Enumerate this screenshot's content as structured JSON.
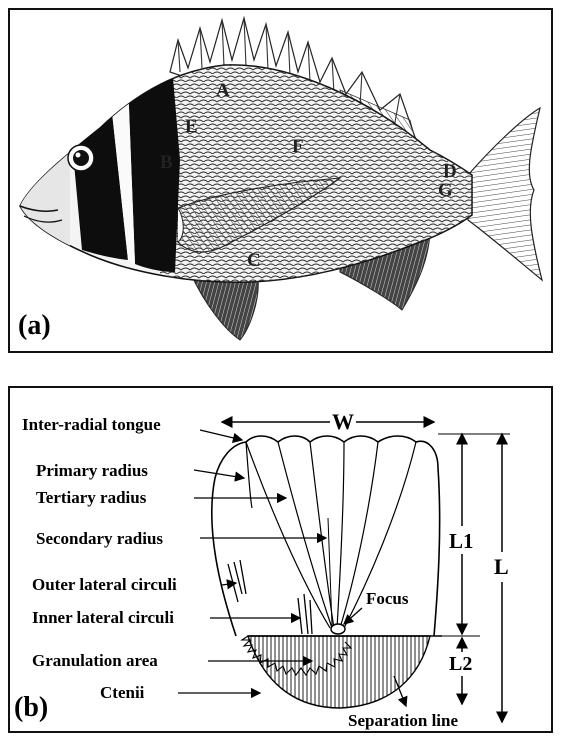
{
  "panel_a": {
    "label": "(a)",
    "regions": [
      "A",
      "B",
      "C",
      "D",
      "E",
      "F",
      "G"
    ]
  },
  "panel_b": {
    "label": "(b)",
    "labels": {
      "inter_radial_tongue": "Inter-radial tongue",
      "primary_radius": "Primary radius",
      "tertiary_radius": "Tertiary radius",
      "secondary_radius": "Secondary radius",
      "outer_lateral_circuli": "Outer lateral circuli",
      "inner_lateral_circuli": "Inner lateral circuli",
      "granulation_area": "Granulation area",
      "ctenii": "Ctenii",
      "focus": "Focus",
      "separation_line": "Separation line",
      "width": "W",
      "length": "L",
      "length_1": "L1",
      "length_2": "L2"
    }
  }
}
